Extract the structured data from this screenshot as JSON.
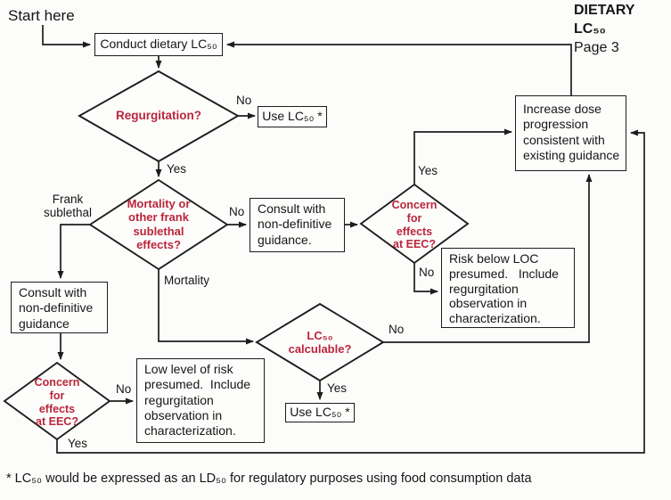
{
  "header": {
    "start_label": "Start here",
    "title": "DIETARY LC₅₀",
    "page": "Page 3"
  },
  "footnote": "* LC₅₀ would be expressed as an LD₅₀ for regulatory purposes using food consumption data",
  "colors": {
    "line": "#1d1d1d",
    "box_border": "#1d1d1d",
    "decision_text": "#b9263b",
    "text": "#161616",
    "background": "#fcfcfb"
  },
  "nodes": {
    "conduct": {
      "type": "process",
      "label": "Conduct dietary LC₅₀"
    },
    "regurgitation": {
      "type": "decision",
      "label": "Regurgitation?"
    },
    "use_lc50_top": {
      "type": "process",
      "label": "Use LC₅₀ *"
    },
    "mortality_effects": {
      "type": "decision",
      "label": "Mortality or\nother frank\nsublethal\neffects?"
    },
    "consult_mid": {
      "type": "process",
      "label": "Consult with\nnon-definitive\nguidance."
    },
    "eec_top": {
      "type": "decision",
      "label": "Concern\nfor\neffects\nat EEC?"
    },
    "increase_dose": {
      "type": "process",
      "label": "Increase dose\nprogression\nconsistent with\nexisting guidance"
    },
    "risk_below_loc": {
      "type": "process",
      "label": "Risk below LOC\npresumed.   Include\nregurgitation\nobservation in\ncharacterization."
    },
    "consult_left": {
      "type": "process",
      "label": "Consult with\nnon-definitive\nguidance"
    },
    "lc50_calculable": {
      "type": "decision",
      "label": "LC₅₀\ncalculable?"
    },
    "use_lc50_bottom": {
      "type": "process",
      "label": "Use LC₅₀ *"
    },
    "eec_bottom": {
      "type": "decision",
      "label": "Concern\nfor\neffects\nat EEC?"
    },
    "low_risk": {
      "type": "process",
      "label": "Low level of risk\npresumed.  Include\nregurgitation\nobservation in\ncharacterization."
    }
  },
  "edge_labels": {
    "regurg_no": "No",
    "regurg_yes": "Yes",
    "frank_sublethal": "Frank\nsublethal",
    "mortality_no": "No",
    "mortality": "Mortality",
    "eec_top_yes": "Yes",
    "eec_top_no": "No",
    "lc50_no": "No",
    "lc50_yes": "Yes",
    "eec_bottom_no": "No",
    "eec_bottom_yes": "Yes"
  }
}
